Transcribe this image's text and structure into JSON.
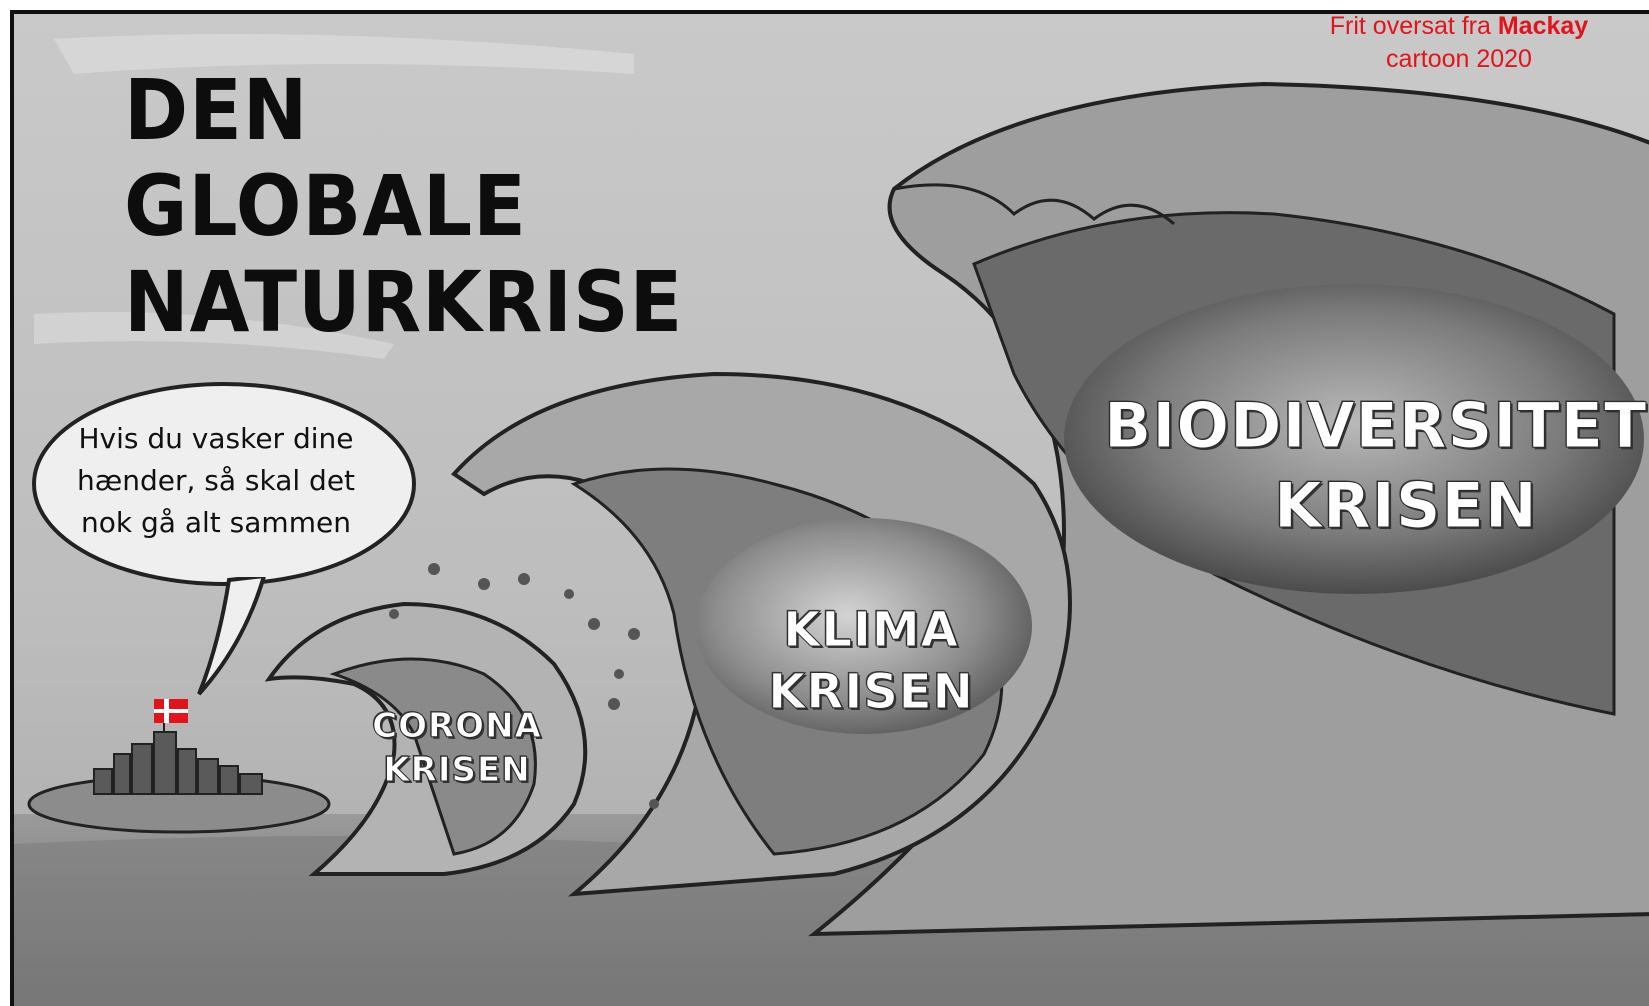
{
  "title": {
    "line1": "DEN GLOBALE",
    "line2": "NATURKRISE"
  },
  "credit": {
    "prefix": "Frit oversat fra ",
    "author": "Mackay",
    "line2": "cartoon 2020"
  },
  "speech_bubble": {
    "line1": "Hvis du vasker dine",
    "line2": "hænder, så skal det",
    "line3": "nok gå alt sammen"
  },
  "waves": {
    "small": {
      "line1": "CORONA",
      "line2": "KRISEN"
    },
    "medium": {
      "line1": "KLIMA",
      "line2": "KRISEN"
    },
    "large": {
      "line1": "BIODIVERSITETS-",
      "line2": "KRISEN"
    }
  },
  "colors": {
    "title": "#0d0d0d",
    "credit": "#e3131b",
    "label": "#ffffff",
    "flag_red": "#e3131b"
  },
  "icons": [
    "danish-flag-icon",
    "virus-particle-icon"
  ]
}
